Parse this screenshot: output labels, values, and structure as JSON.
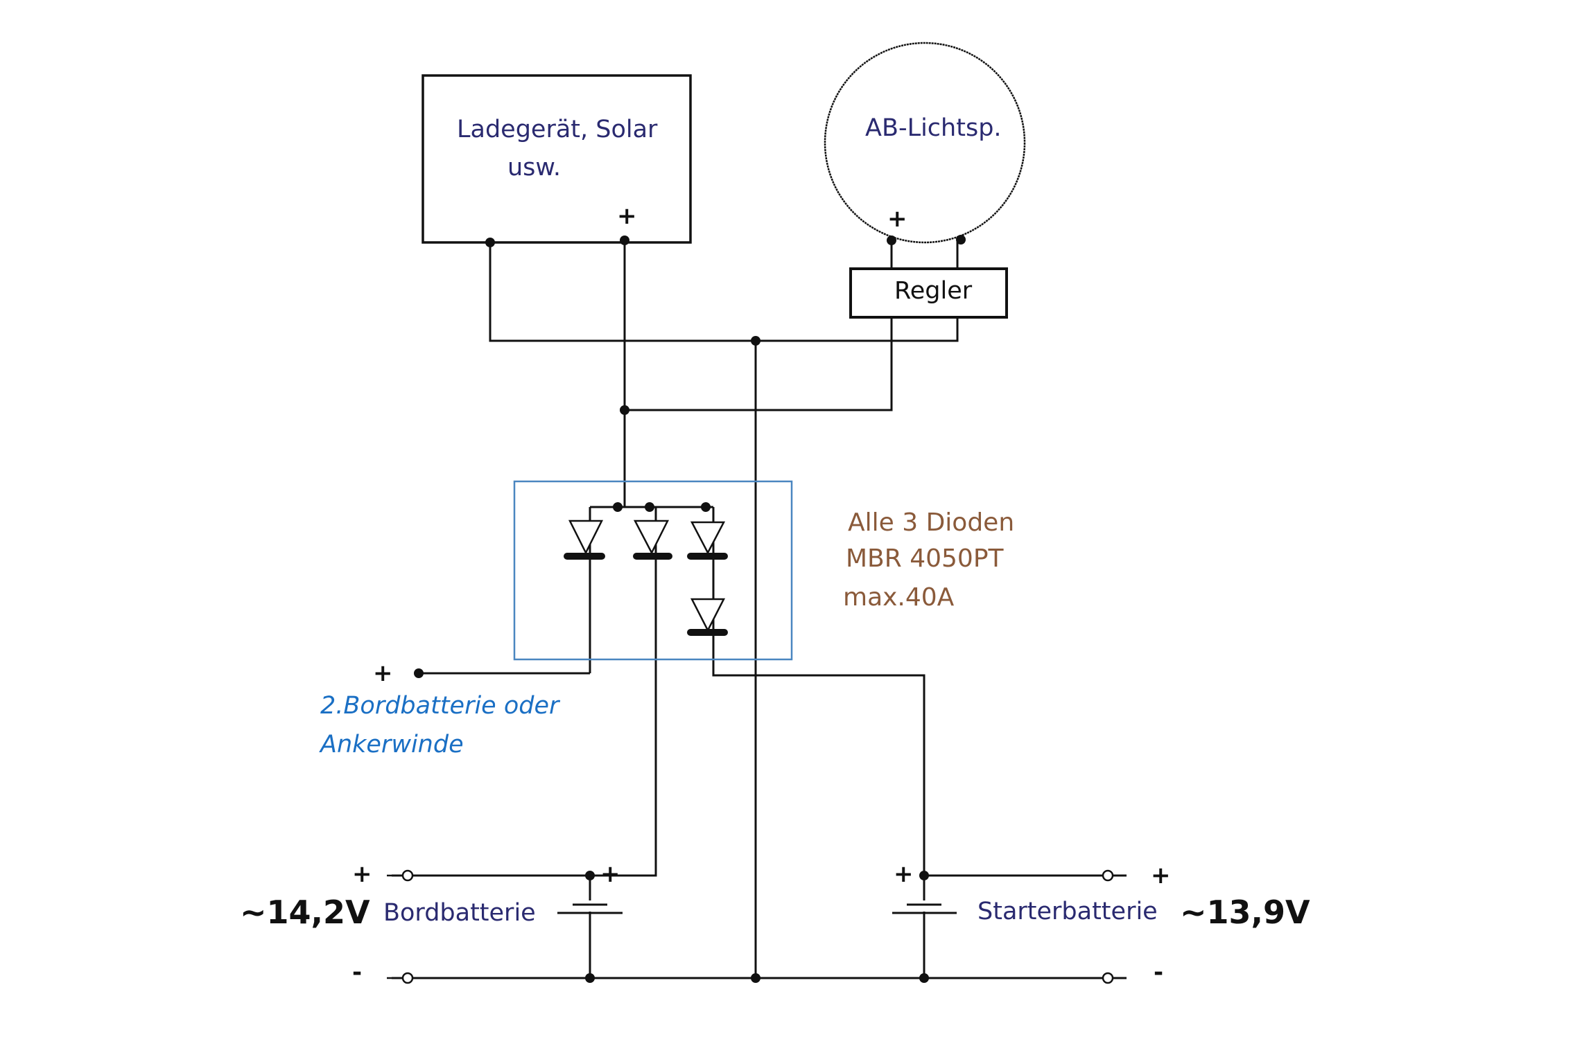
{
  "title": "Diodenverteiler Ladeschaltung",
  "components": {
    "charger": {
      "label_line1": "Ladegerät, Solar",
      "label_line2": "usw.",
      "plus": "+"
    },
    "alternator": {
      "label": "AB-Lichtsp.",
      "plus": "+"
    },
    "regulator": {
      "label": "Regler"
    },
    "diode_note": {
      "line1": "Alle 3 Dioden",
      "line2": "MBR 4050PT",
      "line3": "max.40A"
    },
    "aux_output": {
      "plus": "+",
      "line1": "2.Bordbatterie oder",
      "line2": "Ankerwinde"
    },
    "house_battery": {
      "label": "Bordbatterie",
      "voltage": "~14,2V",
      "plus": "+",
      "minus": "-",
      "terminal_plus": "+"
    },
    "starter_battery": {
      "label": "Starterbatterie",
      "voltage": "~13,9V",
      "plus": "+",
      "minus": "-",
      "terminal_plus": "+"
    }
  },
  "colors": {
    "wire": "#111111",
    "diode_box": "#4a86c0",
    "label_navy": "#2a2a70",
    "note_brown": "#8a5a3a",
    "aux_blue": "#1a6fc4"
  }
}
